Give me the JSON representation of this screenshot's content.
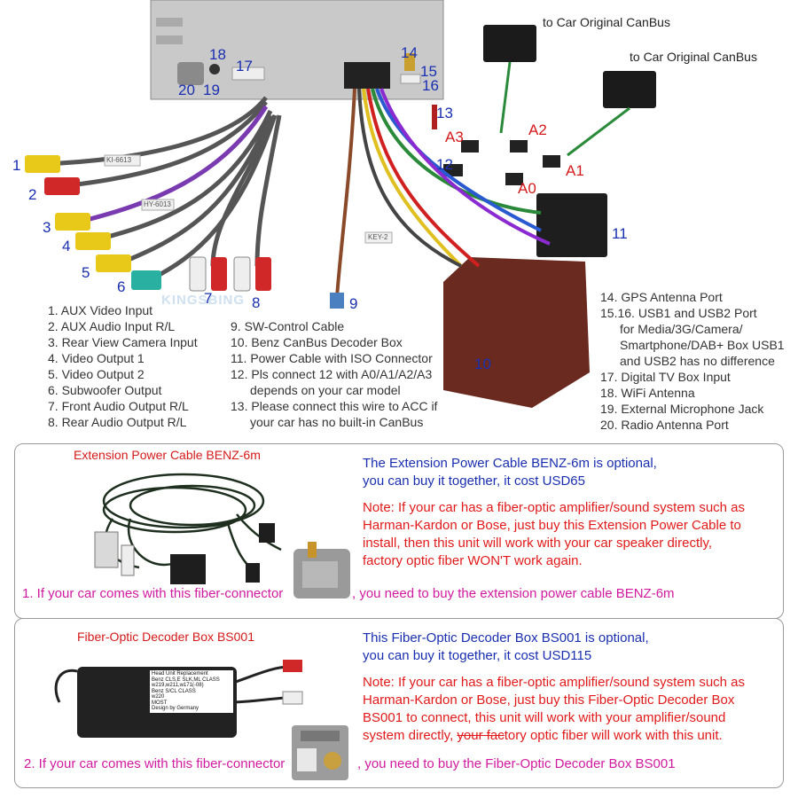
{
  "diagram": {
    "canbus_labels": [
      "to Car Original CanBus",
      "to Car Original CanBus"
    ],
    "watermark": "KINGSBING",
    "callouts": [
      "1",
      "2",
      "3",
      "4",
      "5",
      "6",
      "7",
      "8",
      "9",
      "10",
      "11",
      "12",
      "13",
      "14",
      "15",
      "16",
      "17",
      "18",
      "19",
      "20"
    ],
    "connector_tags": [
      "A0",
      "A1",
      "A2",
      "A3"
    ],
    "cable_tags": [
      "KI-6613",
      "HY-6013",
      "KEY-2"
    ],
    "legend_left": [
      "1. AUX Video Input",
      "2. AUX Audio Input R/L",
      "3. Rear View Camera Input",
      "4. Video Output 1",
      "5. Video Output 2",
      "6. Subwoofer Output",
      "7. Front Audio Output R/L",
      "8. Rear Audio Output R/L"
    ],
    "legend_mid": [
      "9. SW-Control Cable",
      "10. Benz CanBus Decoder Box",
      "11. Power Cable with ISO Connector",
      "12. Pls connect 12 with A0/A1/A2/A3",
      "depends on your car model",
      "13. Please connect this wire to ACC if",
      "your car has no built-in CanBus"
    ],
    "legend_right": [
      "14. GPS Antenna Port",
      "15.16. USB1 and USB2 Port",
      "for Media/3G/Camera/",
      "Smartphone/DAB+ Box USB1",
      "and USB2 has no difference",
      "17. Digital TV Box Input",
      "18. WiFi Antenna",
      "19. External Microphone Jack",
      "20. Radio Antenna Port"
    ]
  },
  "panel1": {
    "title": "Extension Power Cable BENZ-6m",
    "optional_lines": [
      "The Extension Power Cable BENZ-6m is optional,",
      "you can buy it together, it cost USD65"
    ],
    "note_lines": [
      "Note: If your car has a fiber-optic amplifier/sound system such as",
      "Harman-Kardon or Bose, just buy this Extension Power Cable to",
      "install, then this unit will work with your car speaker directly,",
      "factory optic fiber WON'T work again."
    ],
    "fiber_before": "1. If your car comes with this fiber-connector",
    "fiber_after": ", you need to buy the extension power cable BENZ-6m"
  },
  "panel2": {
    "title": "Fiber-Optic Decoder Box  BS001",
    "box_label": [
      "Head Unit Replacement",
      "Benz CLS,E SLK,ML CLASS",
      "w219,w211,w171(-08)",
      "Benz S/CL CLASS",
      "w220",
      "MOST",
      "Design by Germany"
    ],
    "optional_lines": [
      "This Fiber-Optic Decoder Box  BS001 is optional,",
      "you can buy it together, it cost USD115"
    ],
    "note_lines": [
      "Note: If your car has a fiber-optic amplifier/sound system such as",
      "Harman-Kardon or Bose, just buy this Fiber-Optic Decoder Box",
      "BS001 to connect, this unit will work with your amplifier/sound"
    ],
    "note_last_before": "system directly, ",
    "note_last_strike": "your fac",
    "note_last_after": "tory optic fiber will work with this unit.",
    "fiber_before": "2. If your car comes with this fiber-connector",
    "fiber_after": ", you need to buy the Fiber-Optic Decoder Box BS001"
  }
}
